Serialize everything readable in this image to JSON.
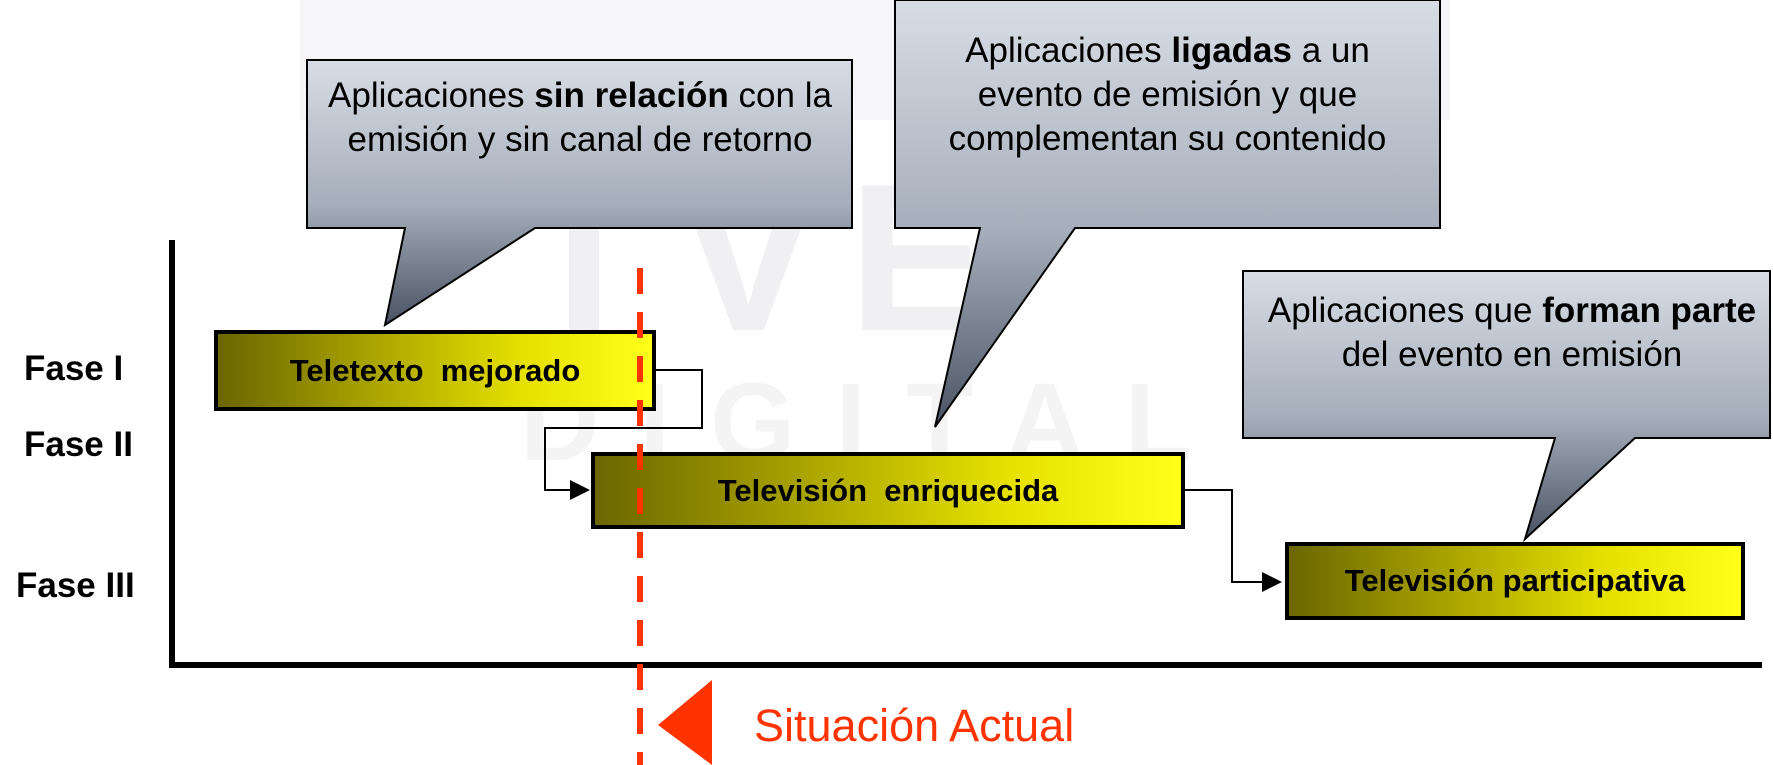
{
  "top_partial_text": "",
  "watermark_text": "TVE DIGITAL",
  "phases": [
    {
      "label": "Fase I"
    },
    {
      "label": "Fase II"
    },
    {
      "label": "Fase III"
    }
  ],
  "bars": [
    {
      "label": "Teletexto  mejorado"
    },
    {
      "label": "Televisión  enriquecida"
    },
    {
      "label": "Televisión participativa"
    }
  ],
  "callouts": [
    {
      "pre": "Aplicaciones ",
      "bold": "sin relación",
      "post": " con la emisión y sin canal de retorno"
    },
    {
      "pre": "Aplicaciones ",
      "bold": "ligadas",
      "post": " a un evento de emisión y que complementan su contenido"
    },
    {
      "pre": "Aplicaciones que ",
      "bold": "forman parte",
      "post": " del evento en emisión"
    }
  ],
  "status_marker": {
    "label": "Situación Actual",
    "color": "#ff3300"
  },
  "colors": {
    "bar_dark": "#6b6600",
    "bar_light": "#ffff1a",
    "callout_light": "#d8dde5",
    "callout_dark": "#4a5363",
    "marker": "#ff3300"
  }
}
